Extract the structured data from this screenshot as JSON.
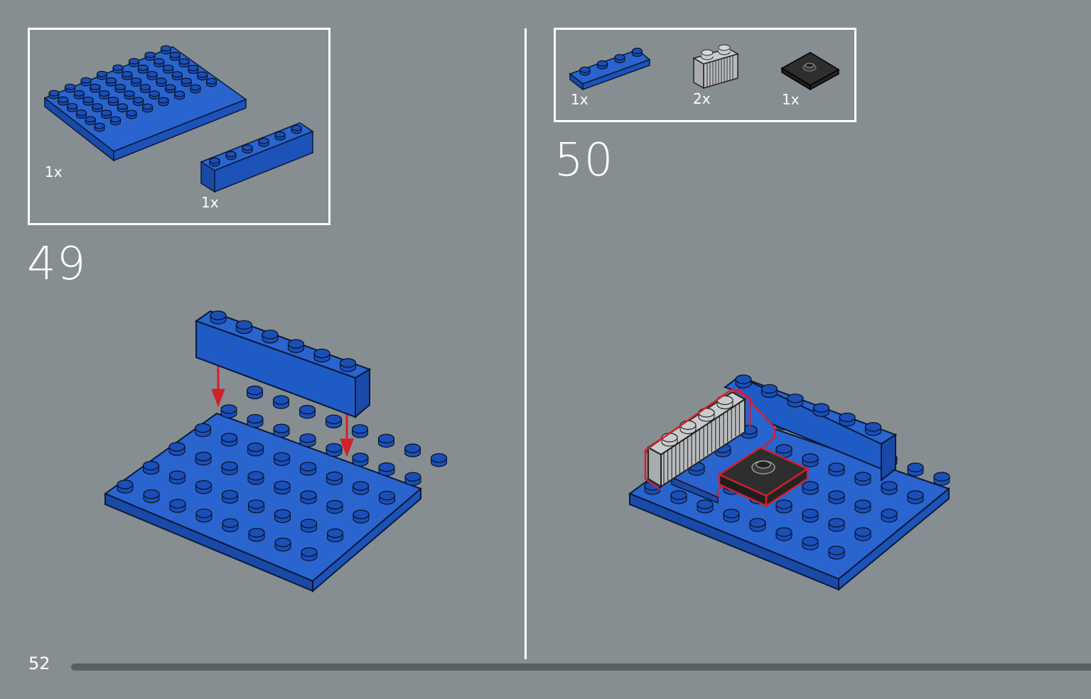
{
  "page": {
    "number": "52"
  },
  "steps": [
    {
      "number": "49",
      "parts": [
        {
          "name": "blue 6x8 plate",
          "qty": "1x"
        },
        {
          "name": "blue 1x6 brick",
          "qty": "1x"
        }
      ]
    },
    {
      "number": "50",
      "parts": [
        {
          "name": "blue 1x4 plate",
          "qty": "1x"
        },
        {
          "name": "light gray 1x2 grille brick",
          "qty": "2x"
        },
        {
          "name": "black 2x2 jumper plate",
          "qty": "1x"
        }
      ]
    }
  ],
  "colors": {
    "background": "#878e91",
    "brick_blue": "#1f5bc4",
    "arrow_red": "#d0202a",
    "gray_brick": "#b8bbbd",
    "black_plate": "#2b2b2b"
  }
}
